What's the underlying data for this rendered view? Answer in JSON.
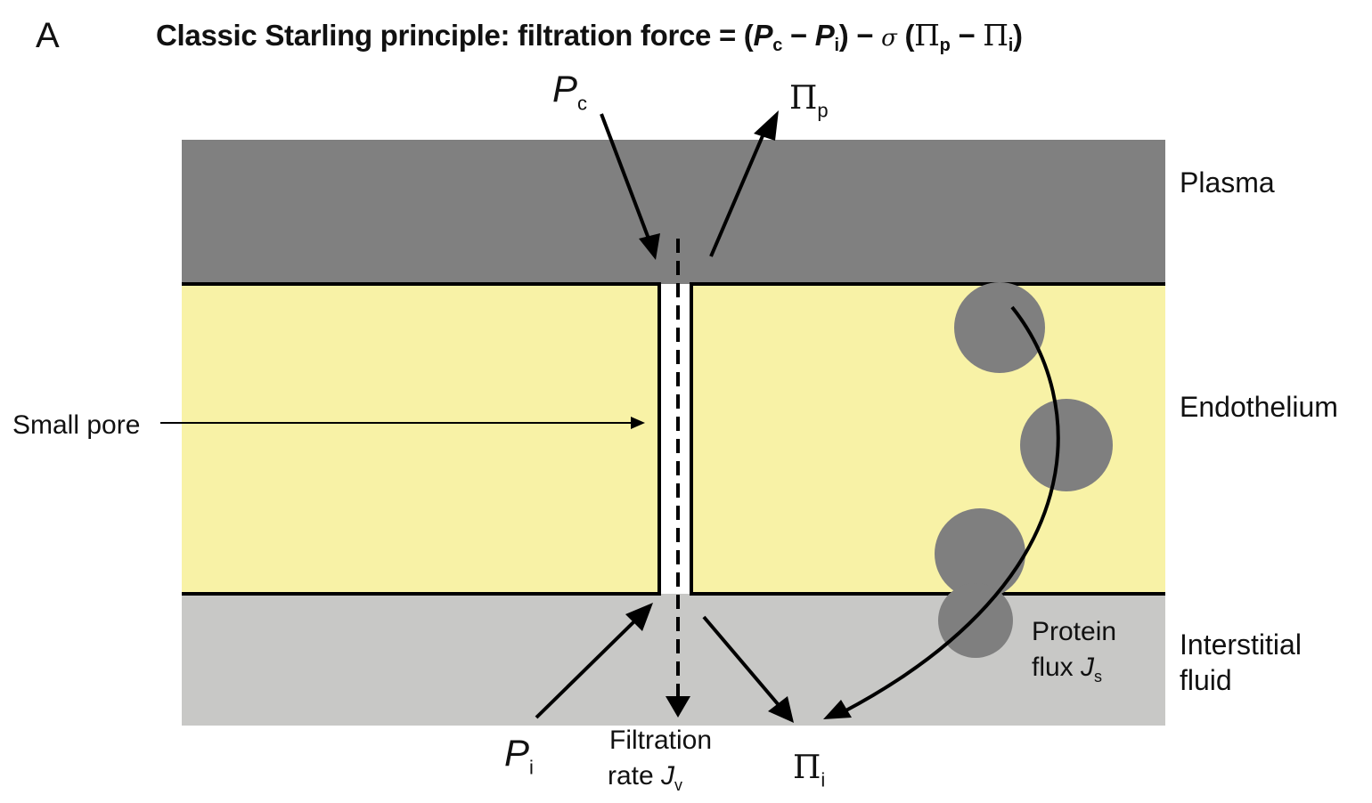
{
  "panel_letter": "A",
  "title": {
    "prefix": "Classic Starling principle: filtration force = (",
    "pc_main": "P",
    "pc_sub": "c",
    "minus1": " − ",
    "pi_main": "P",
    "pi_sub": "i",
    "mid": ") − ",
    "sigma": "σ",
    "open": " (",
    "Pi_p_main": "Π",
    "Pi_p_sub": "p",
    "minus2": " − ",
    "Pi_i_main": "Π",
    "Pi_i_sub": "i",
    "close": ")"
  },
  "regions": {
    "plasma": "Plasma",
    "endothelium": "Endothelium",
    "interstitial_line1": "Interstitial",
    "interstitial_line2": "fluid"
  },
  "symbols": {
    "Pc_main": "P",
    "Pc_sub": "c",
    "Pi_main": "P",
    "Pi_sub": "i",
    "Pip_main": "Π",
    "Pip_sub": "p",
    "Pii_main": "Π",
    "Pii_sub": "i"
  },
  "labels": {
    "small_pore": "Small pore",
    "filtration_line1": "Filtration",
    "filtration_line2_text": "rate ",
    "filtration_J": "J",
    "filtration_sub": "v",
    "protein_line1": "Protein",
    "protein_line2_text": "flux ",
    "protein_J": "J",
    "protein_sub": "s"
  },
  "colors": {
    "plasma": "#808080",
    "endothelium": "#f8f2a6",
    "interstitial": "#c8c8c6",
    "vesicle": "#7f7f7f",
    "stroke": "#000000"
  }
}
